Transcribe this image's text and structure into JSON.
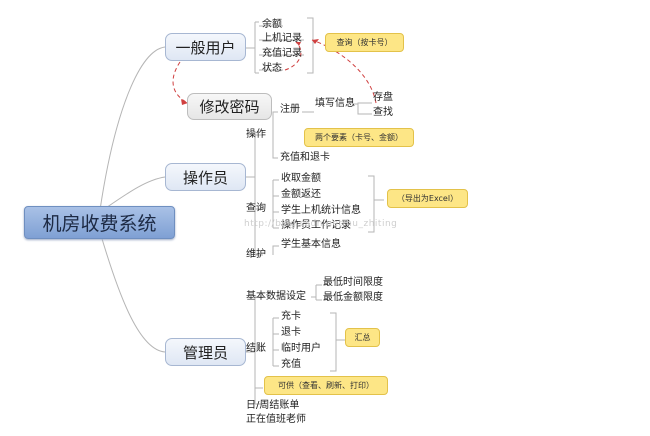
{
  "root": {
    "label": "机房收费系统"
  },
  "branches": {
    "user": {
      "label": "一般用户",
      "items": [
        "余额",
        "上机记录",
        "充值记录",
        "状态"
      ],
      "note": "查询（按卡号）"
    },
    "password": {
      "label": "修改密码"
    },
    "operator": {
      "label": "操作员",
      "operate": {
        "label": "操作",
        "register": {
          "label": "注册",
          "fill": "填写信息",
          "save": "存盘",
          "find": "查找"
        },
        "note": "两个要素（卡号、金额）",
        "recharge": "充值和退卡"
      },
      "query": {
        "label": "查询",
        "items": [
          "收取金额",
          "金额返还",
          "学生上机统计信息",
          "操作员工作记录"
        ],
        "note": "（导出为Excel）"
      },
      "maintain": {
        "label": "维护",
        "items": [
          "学生基本信息"
        ]
      }
    },
    "admin": {
      "label": "管理员",
      "basic": {
        "label": "基本数据设定",
        "items": [
          "最低时间限度",
          "最低金额限度"
        ]
      },
      "checkout": {
        "label": "结账",
        "items": [
          "充卡",
          "退卡",
          "临时用户",
          "充值"
        ],
        "note": "汇总"
      },
      "print_note": "可供（查看、刷新、打印）",
      "extra": [
        "日/周结账单",
        "正在值班老师"
      ]
    }
  },
  "watermark": "http://blog.csdn.net/hu_zhiting"
}
